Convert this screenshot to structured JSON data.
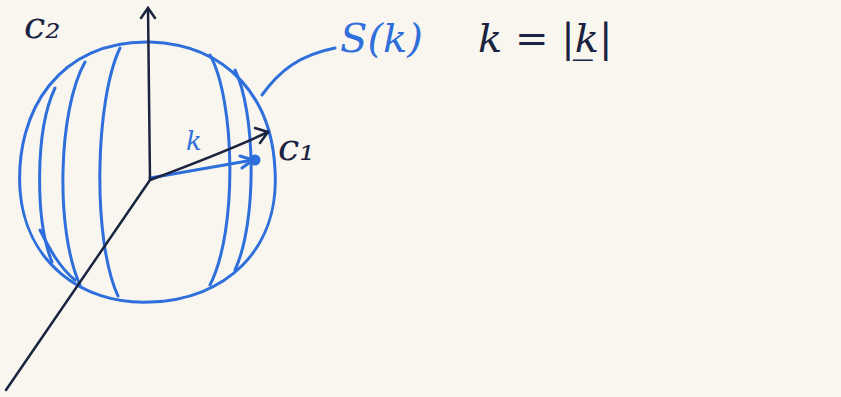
{
  "diagram": {
    "labels": [
      "c₂",
      "c₁",
      "S(k)",
      "k = |k̲|",
      "k"
    ]
  }
}
